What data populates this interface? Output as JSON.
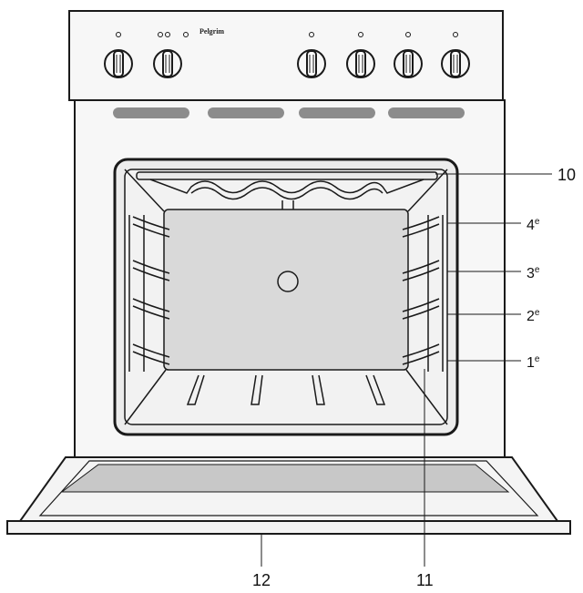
{
  "control_panel": {
    "brand": "Pelgrim",
    "knobs": [
      {
        "name": "knob-1",
        "symbol_icon": "power-symbol-icon"
      },
      {
        "name": "knob-2",
        "symbol_icon": "function-symbols-icon"
      },
      {
        "name": "knob-3",
        "symbol_icon": "hob-zone-symbol-icon"
      },
      {
        "name": "knob-4",
        "symbol_icon": "hob-zone-symbol-icon"
      },
      {
        "name": "knob-5",
        "symbol_icon": "hob-zone-symbol-icon"
      },
      {
        "name": "knob-6",
        "symbol_icon": "hob-zone-symbol-icon"
      }
    ]
  },
  "callouts": {
    "grill_element": "10",
    "rack_support": "11",
    "oven_door": "12"
  },
  "shelf_levels": [
    {
      "num": "4",
      "sup": "e"
    },
    {
      "num": "3",
      "sup": "e"
    },
    {
      "num": "2",
      "sup": "e"
    },
    {
      "num": "1",
      "sup": "e"
    }
  ],
  "colors": {
    "line": "#1a1a1a",
    "panel_fill": "#f4f4f4",
    "cavity_back": "#d9d9d9",
    "vent": "#8c8c8c",
    "door_window": "#c8c8c8"
  }
}
